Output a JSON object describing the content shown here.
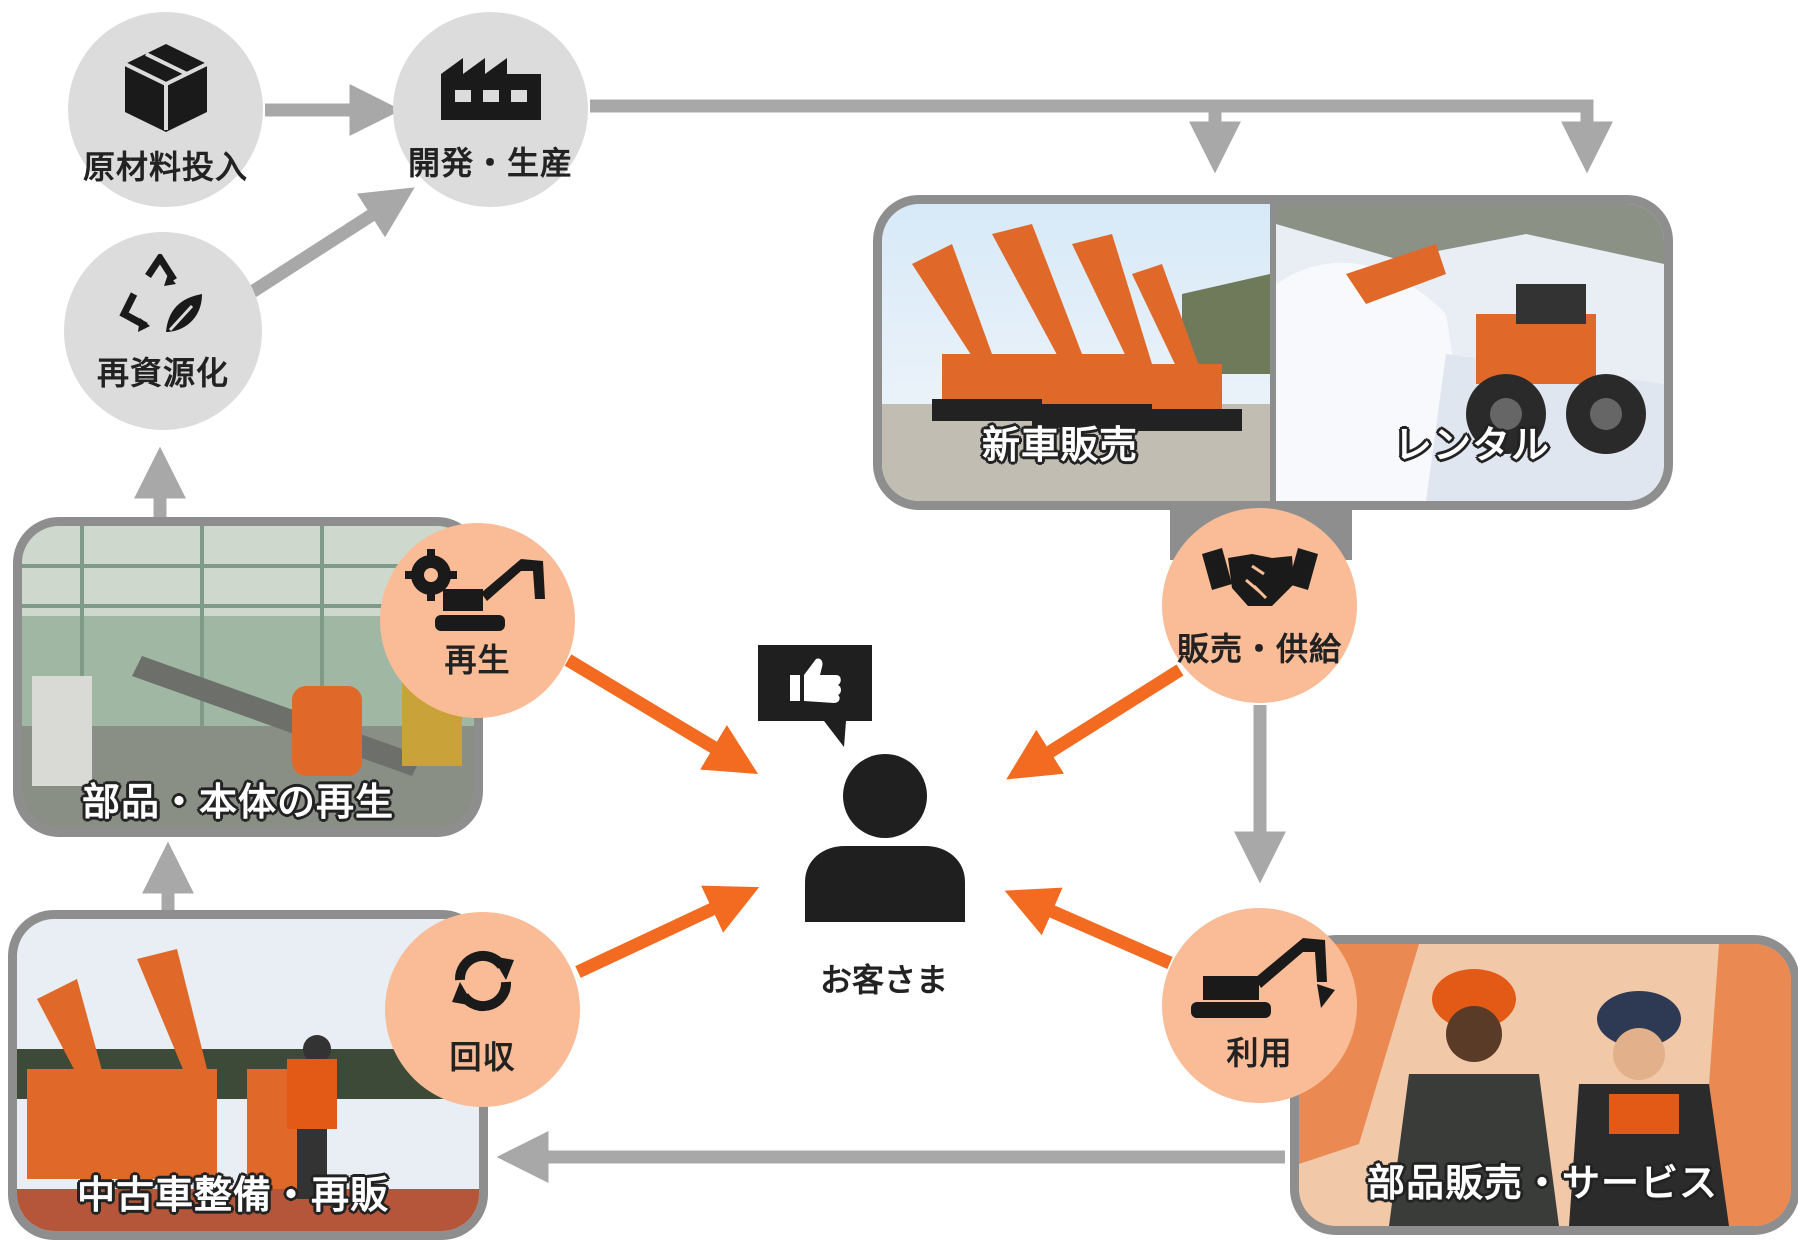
{
  "nodes": {
    "raw_material": "原材料投入",
    "development": "開発・生産",
    "recycling": "再資源化",
    "regeneration": "再生",
    "sales_supply": "販売・供給",
    "collection": "回収",
    "usage": "利用"
  },
  "panels": {
    "new_car_sales": "新車販売",
    "rental": "レンタル",
    "parts_regeneration": "部品・本体の再生",
    "used_car": "中古車整備・再販",
    "parts_service": "部品販売・サービス"
  },
  "customer": "お客さま",
  "colors": {
    "gray_node": "#dcdcdc",
    "orange_node": "#f9bc96",
    "gray_arrow": "#a8a8a8",
    "orange_arrow": "#f26b21",
    "panel_border": "#8e8e8e"
  },
  "icons": {
    "raw_material": "box-icon",
    "development": "factory-icon",
    "recycling": "recycle-leaf-icon",
    "regeneration": "gear-excavator-icon",
    "sales_supply": "handshake-icon",
    "collection": "refresh-icon",
    "usage": "excavator-icon",
    "customer": "person-icon",
    "feedback": "thumbs-up-bubble-icon"
  }
}
